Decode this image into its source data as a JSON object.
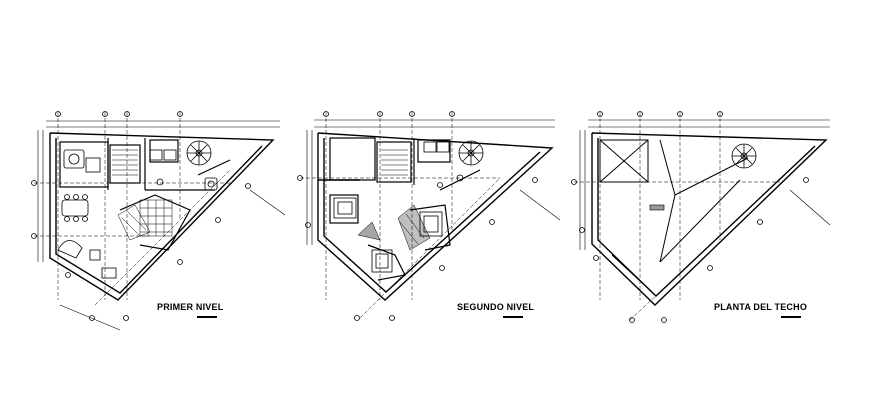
{
  "plans": [
    {
      "id": "primer",
      "title": "PRIMER NIVEL"
    },
    {
      "id": "segundo",
      "title": "SEGUNDO NIVEL"
    },
    {
      "id": "techo",
      "title": "PLANTA DEL TECHO"
    }
  ],
  "colors": {
    "line": "#000000",
    "background": "#ffffff"
  }
}
